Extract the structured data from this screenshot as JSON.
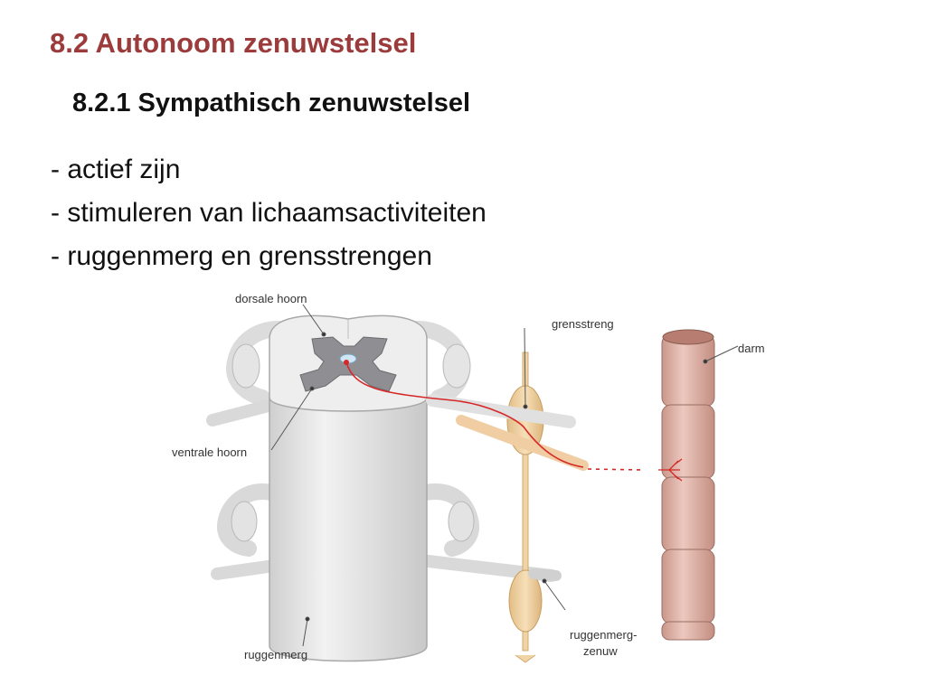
{
  "slide": {
    "title": "8.2 Autonoom zenuwstelsel",
    "subtitle": "8.2.1 Sympathisch zenuwstelsel",
    "bullets": [
      "- actief zijn",
      "- stimuleren van lichaamsactiviteiten",
      "- ruggenmerg en grensstrengen"
    ]
  },
  "diagram": {
    "labels": {
      "dorsal_horn": "dorsale hoorn",
      "ventral_horn": "ventrale hoorn",
      "spinal_cord": "ruggenmerg",
      "sympathetic_trunk": "grensstreng",
      "intestine": "darm",
      "spinal_nerve_1": "ruggenmerg-",
      "spinal_nerve_2": "zenuw"
    },
    "colors": {
      "title": "#9b3b3b",
      "spinal_cord": "#e6e6e6",
      "grey_matter": "#8f8f93",
      "ganglion": "#f1d4a6",
      "intestine": "#e3b9ae",
      "neuron": "#d62828"
    }
  }
}
